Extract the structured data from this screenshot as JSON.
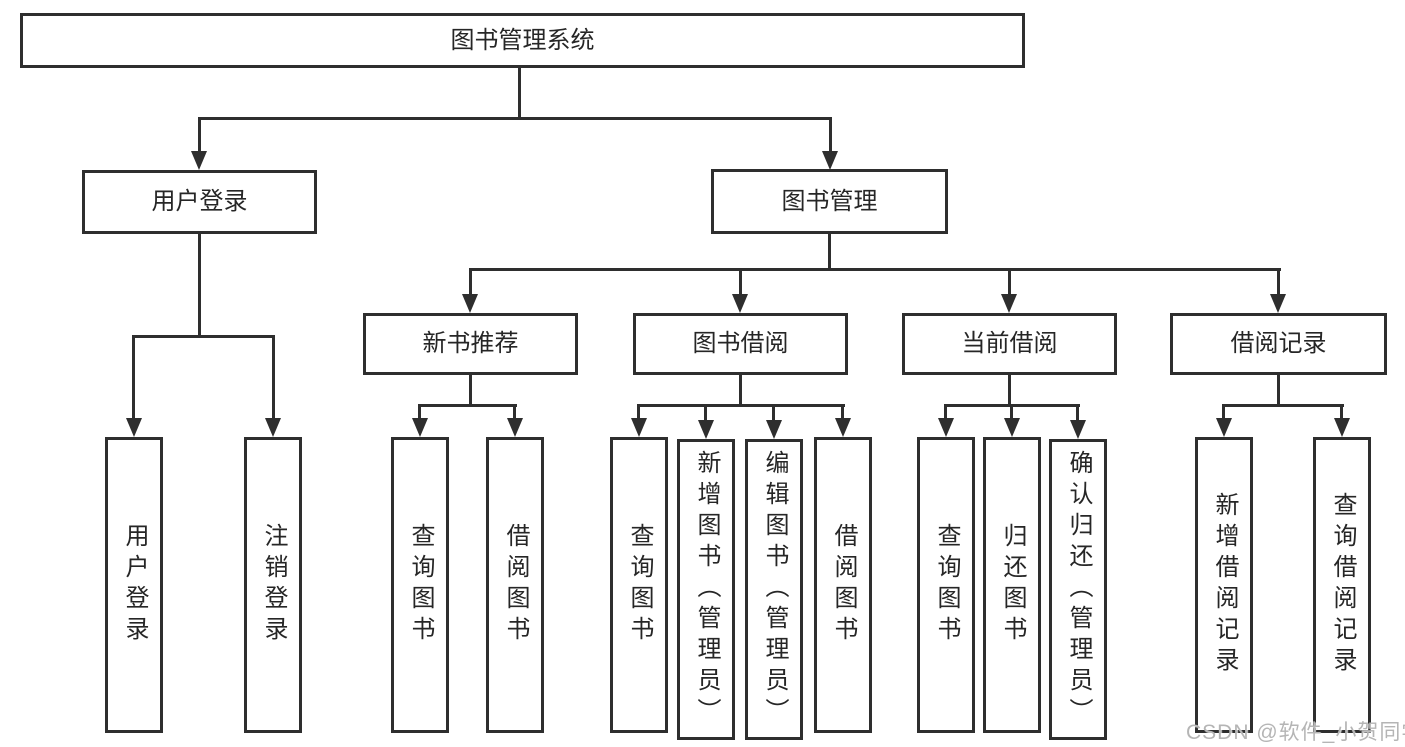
{
  "colors": {
    "line": "#2e2e2e",
    "text": "#262626",
    "watermark": "#b5b5b5",
    "background": "#ffffff"
  },
  "watermark": {
    "text": "CSDN @软件_小贺同学"
  },
  "nodes": {
    "root": {
      "label": "图书管理系统"
    },
    "user_login": {
      "label": "用户登录"
    },
    "book_mgmt": {
      "label": "图书管理"
    },
    "new_book_rec": {
      "label": "新书推荐"
    },
    "book_borrow": {
      "label": "图书借阅"
    },
    "current_borrow": {
      "label": "当前借阅"
    },
    "borrow_records": {
      "label": "借阅记录"
    },
    "leaf_login": {
      "label": "用户登录"
    },
    "leaf_logout": {
      "label": "注销登录"
    },
    "leaf_nbr_query": {
      "label": "查询图书"
    },
    "leaf_nbr_borrow": {
      "label": "借阅图书"
    },
    "leaf_bb_query": {
      "label": "查询图书"
    },
    "leaf_bb_add": {
      "label": "新增图书（管理员）"
    },
    "leaf_bb_edit": {
      "label": "编辑图书（管理员）"
    },
    "leaf_bb_borrow": {
      "label": "借阅图书"
    },
    "leaf_cb_query": {
      "label": "查询图书"
    },
    "leaf_cb_return": {
      "label": "归还图书"
    },
    "leaf_cb_confirm": {
      "label": "确认归还（管理员）"
    },
    "leaf_br_add": {
      "label": "新增借阅记录"
    },
    "leaf_br_query": {
      "label": "查询借阅记录"
    }
  }
}
